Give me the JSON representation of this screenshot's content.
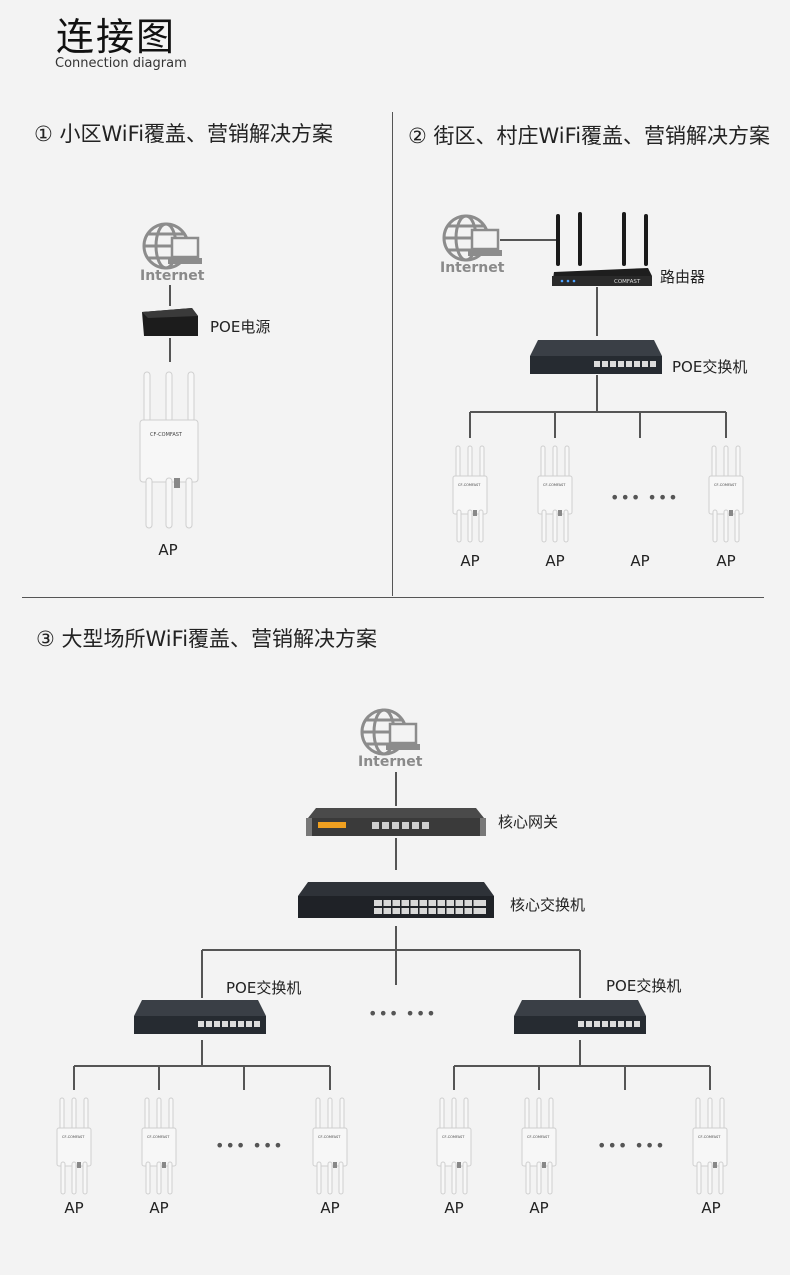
{
  "header": {
    "title": "连接图",
    "subtitle": "Connection diagram"
  },
  "sections": [
    {
      "heading": "① 小区WiFi覆盖、营销解决方案"
    },
    {
      "heading": "② 街区、村庄WiFi覆盖、营销解决方案"
    },
    {
      "heading": "③ 大型场所WiFi覆盖、营销解决方案"
    }
  ],
  "devices": {
    "internet": "Internet",
    "brand": "COMFAST",
    "poe_power": "POE电源",
    "router": "路由器",
    "poe_switch": "POE交换机",
    "core_gateway": "核心网关",
    "core_switch": "核心交换机",
    "ap": "AP",
    "dots": "••• •••"
  },
  "colors": {
    "background": "#f3f3f3",
    "line": "#555555",
    "device_dark": "#222831",
    "device_light": "#f5f5f5"
  }
}
